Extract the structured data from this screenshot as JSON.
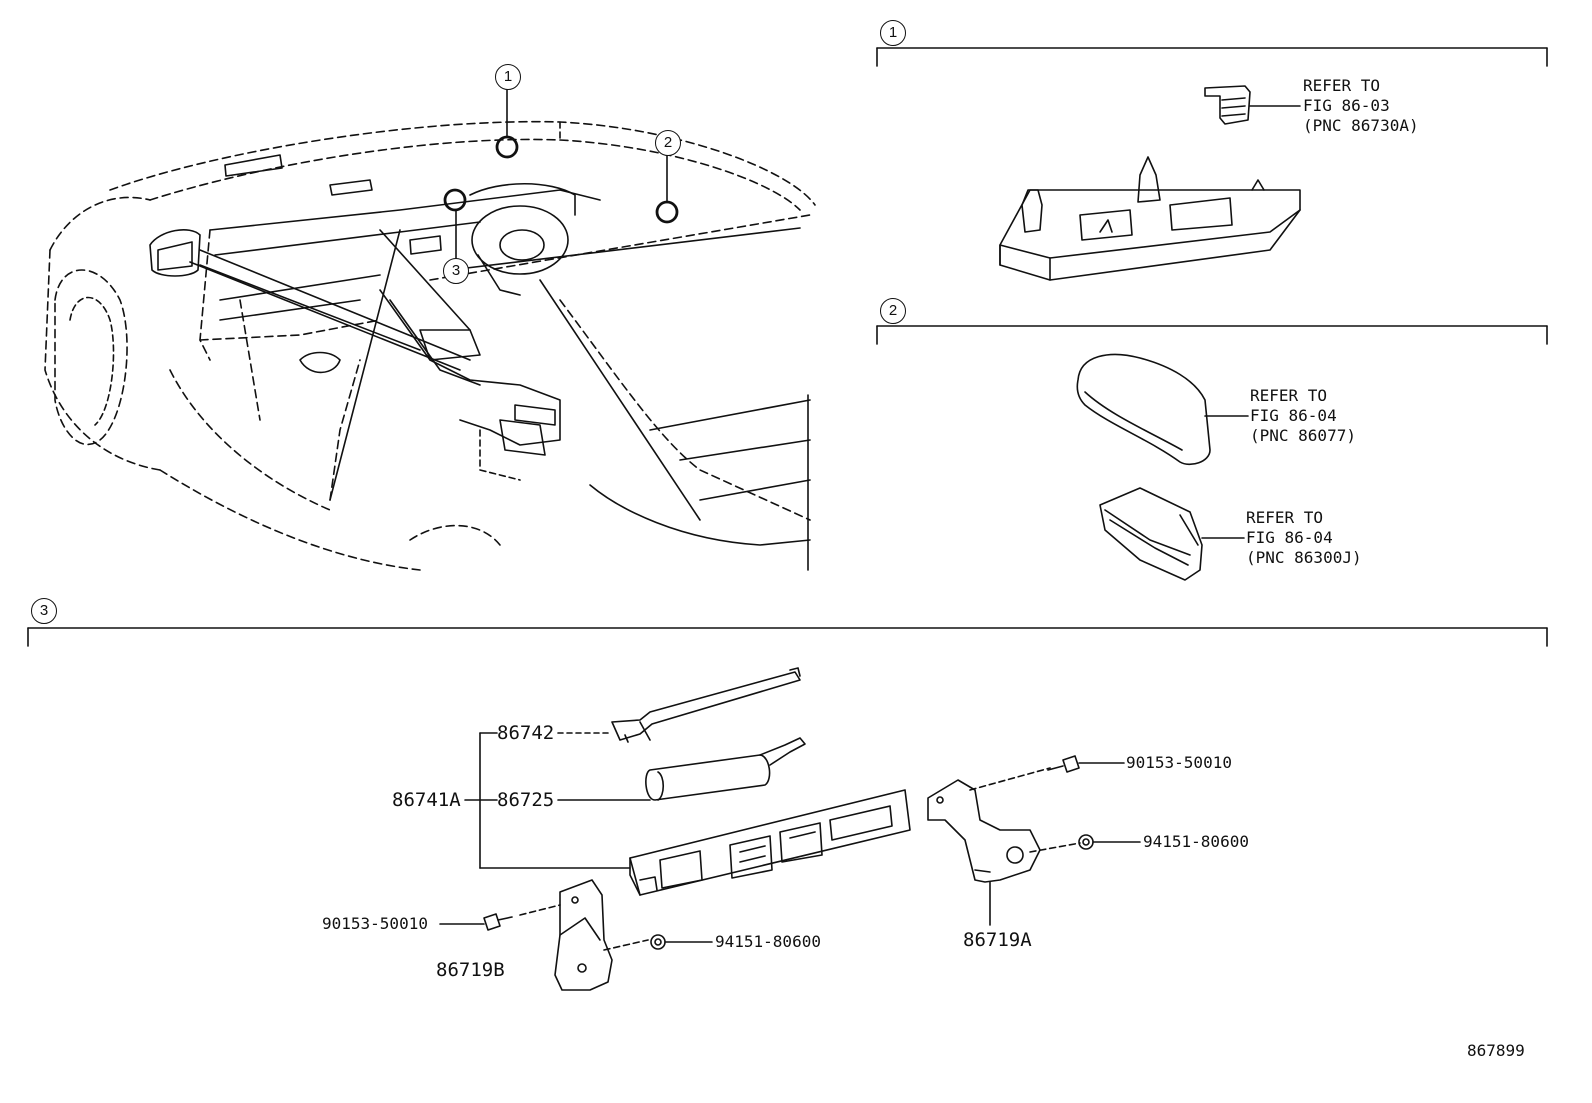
{
  "callouts": {
    "c1": "1",
    "c2": "2",
    "c3": "3",
    "sec1": "1",
    "sec2": "2",
    "sec3": "3"
  },
  "section1": {
    "ref_line1": "REFER TO",
    "ref_line2": "FIG 86-03",
    "ref_line3": "(PNC 86730A)"
  },
  "section2": {
    "ref_a_line1": "REFER TO",
    "ref_a_line2": "FIG 86-04",
    "ref_a_line3": "(PNC 86077)",
    "ref_b_line1": "REFER TO",
    "ref_b_line2": "FIG 86-04",
    "ref_b_line3": "(PNC 86300J)"
  },
  "section3": {
    "p86742": "86742",
    "p86741A": "86741A",
    "p86725": "86725",
    "bolt_left": "90153-50010",
    "nut_left": "94151-80600",
    "p86719B": "86719B",
    "bolt_right": "90153-50010",
    "nut_right": "94151-80600",
    "p86719A": "86719A"
  },
  "figure_number": "867899"
}
